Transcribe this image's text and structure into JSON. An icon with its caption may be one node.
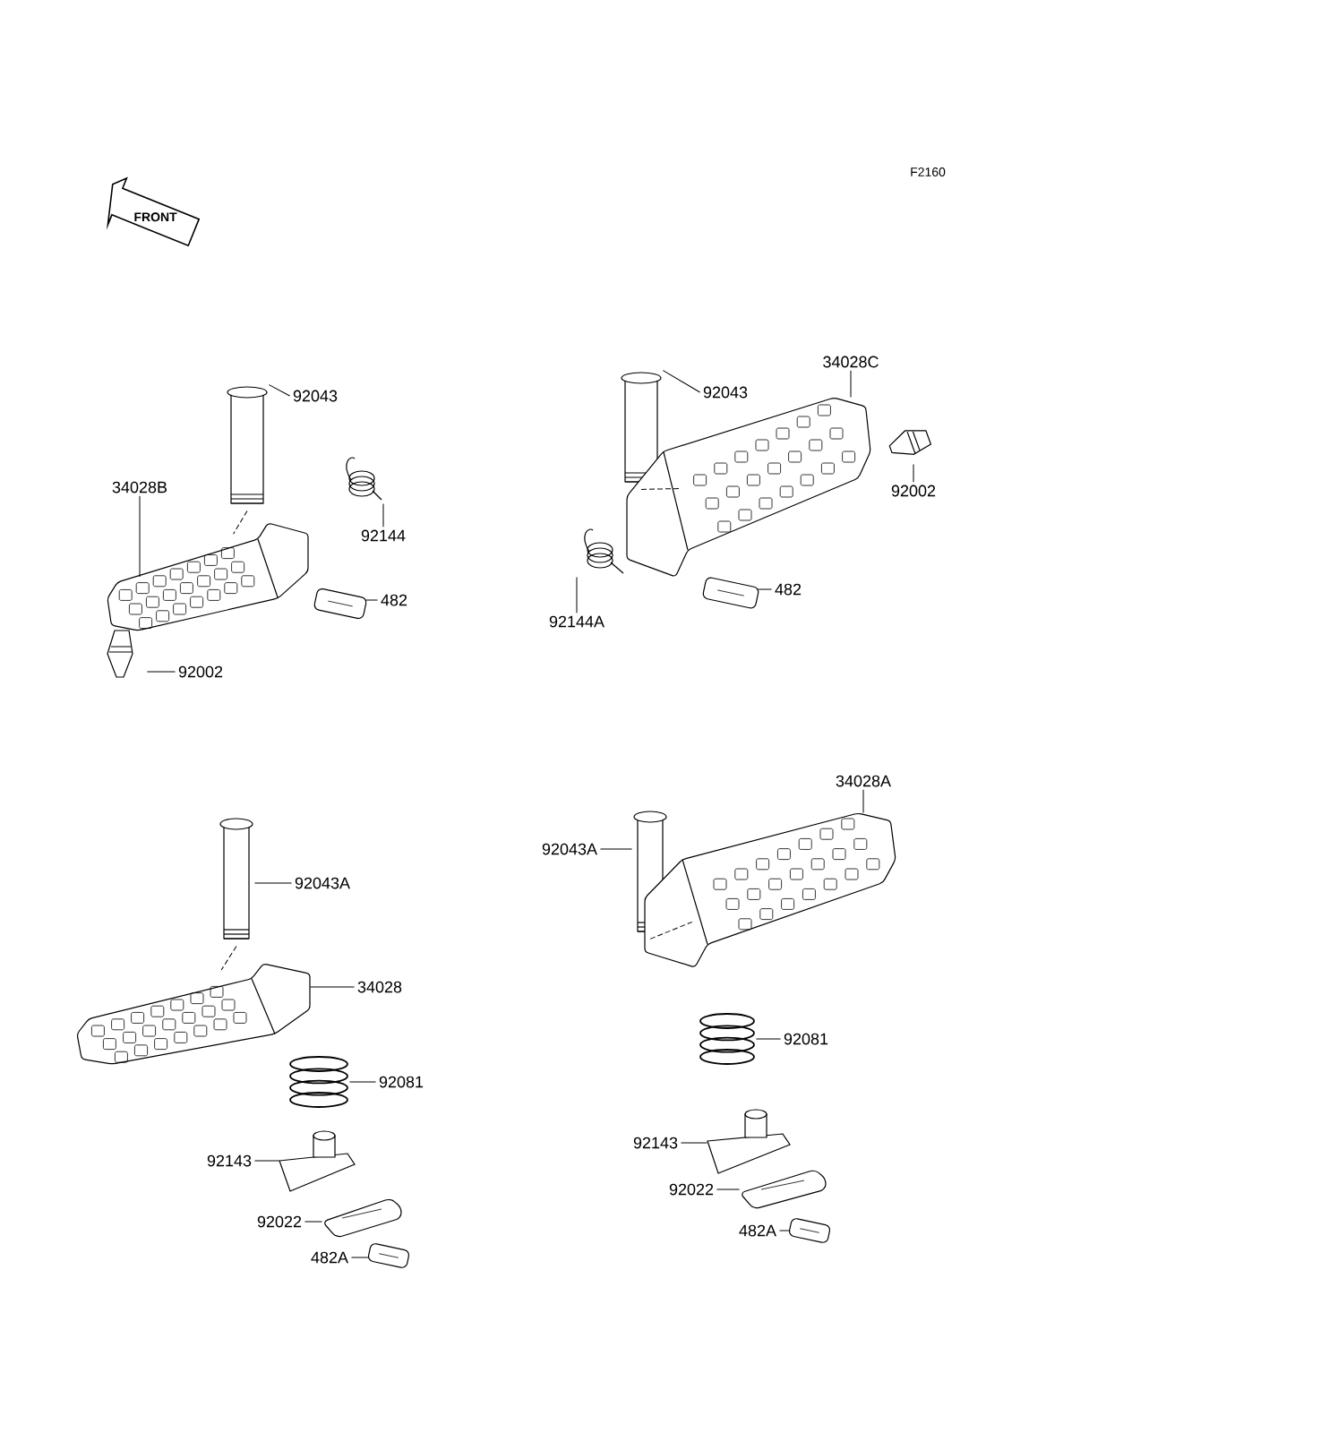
{
  "diagram": {
    "nodes": [
      {
        "text": [],
        "shape": "picture"
      },
      {
        "text": [
          "92043"
        ]
      },
      {
        "text": [],
        "shape": "picture"
      },
      {
        "text": [
          "34028B"
        ]
      },
      {
        "text": [],
        "shape": "picture"
      },
      {
        "text": [
          "92144"
        ]
      },
      {
        "text": [],
        "shape": "picture"
      },
      {
        "text": [
          "482"
        ]
      },
      {
        "text": [],
        "shape": "picture"
      },
      {
        "text": [
          "92002"
        ]
      },
      {
        "text": [],
        "shape": "picture"
      },
      {
        "text": [
          "92043"
        ]
      },
      {
        "text": [],
        "shape": "picture"
      },
      {
        "text": [
          "34028C"
        ]
      },
      {
        "text": [],
        "shape": "picture"
      },
      {
        "text": [
          "92002"
        ]
      },
      {
        "text": [],
        "shape": "picture"
      },
      {
        "text": [
          "92144A"
        ]
      },
      {
        "text": [],
        "shape": "picture"
      },
      {
        "text": [
          "482"
        ]
      },
      {
        "text": [],
        "shape": "picture"
      },
      {
        "text": [
          "92043A"
        ]
      },
      {
        "text": [],
        "shape": "picture"
      },
      {
        "text": [
          "34028"
        ]
      },
      {
        "text": [],
        "shape": "picture"
      },
      {
        "text": [
          "92081"
        ]
      },
      {
        "text": [],
        "shape": "picture"
      },
      {
        "text": [
          "92143"
        ]
      },
      {
        "text": [],
        "shape": "picture"
      },
      {
        "text": [
          "92022"
        ]
      },
      {
        "text": [],
        "shape": "picture"
      },
      {
        "text": [
          "482A"
        ]
      },
      {
        "text": [],
        "shape": "picture"
      },
      {
        "text": [
          "92043A"
        ]
      },
      {
        "text": [],
        "shape": "picture"
      },
      {
        "text": [
          "34028A"
        ]
      },
      {
        "text": [],
        "shape": "picture"
      },
      {
        "text": [
          "92081"
        ]
      },
      {
        "text": [],
        "shape": "picture"
      },
      {
        "text": [
          "92143"
        ]
      },
      {
        "text": [],
        "shape": "picture"
      },
      {
        "text": [
          "92022"
        ]
      },
      {
        "text": [],
        "shape": "picture"
      },
      {
        "text": [
          "482A"
        ]
      }
    ],
    "edges": [
      {
        "from": 1,
        "to": 0,
        "arrow": "none"
      },
      {
        "from": 3,
        "to": 2,
        "arrow": "none"
      },
      {
        "from": 5,
        "to": 4,
        "arrow": "none"
      },
      {
        "from": 7,
        "to": 6,
        "arrow": "none"
      },
      {
        "from": 9,
        "to": 8,
        "arrow": "none"
      },
      {
        "from": 11,
        "to": 10,
        "arrow": "none"
      },
      {
        "from": 13,
        "to": 12,
        "arrow": "none"
      },
      {
        "from": 15,
        "to": 14,
        "arrow": "none"
      },
      {
        "from": 17,
        "to": 16,
        "arrow": "none"
      },
      {
        "from": 19,
        "to": 18,
        "arrow": "none"
      },
      {
        "from": 21,
        "to": 20,
        "arrow": "none"
      },
      {
        "from": 23,
        "to": 22,
        "arrow": "none"
      },
      {
        "from": 25,
        "to": 24,
        "arrow": "none"
      },
      {
        "from": 27,
        "to": 26,
        "arrow": "none"
      },
      {
        "from": 29,
        "to": 28,
        "arrow": "none"
      },
      {
        "from": 31,
        "to": 30,
        "arrow": "none"
      },
      {
        "from": 33,
        "to": 32,
        "arrow": "none"
      },
      {
        "from": 35,
        "to": 34,
        "arrow": "none"
      },
      {
        "from": 37,
        "to": 36,
        "arrow": "none"
      },
      {
        "from": 39,
        "to": 38,
        "arrow": "none"
      },
      {
        "from": 41,
        "to": 40,
        "arrow": "none"
      },
      {
        "from": 43,
        "to": 42,
        "arrow": "none"
      },
      {
        "from": 0,
        "to": 2,
        "arrow": "none",
        "style": "dashed"
      },
      {
        "from": 10,
        "to": 12,
        "arrow": "none",
        "style": "dashed"
      },
      {
        "from": 20,
        "to": 22,
        "arrow": "none",
        "style": "dashed"
      },
      {
        "from": 32,
        "to": 34,
        "arrow": "none",
        "style": "dashed"
      }
    ],
    "labels": [
      "FRONT",
      "F2160"
    ]
  }
}
